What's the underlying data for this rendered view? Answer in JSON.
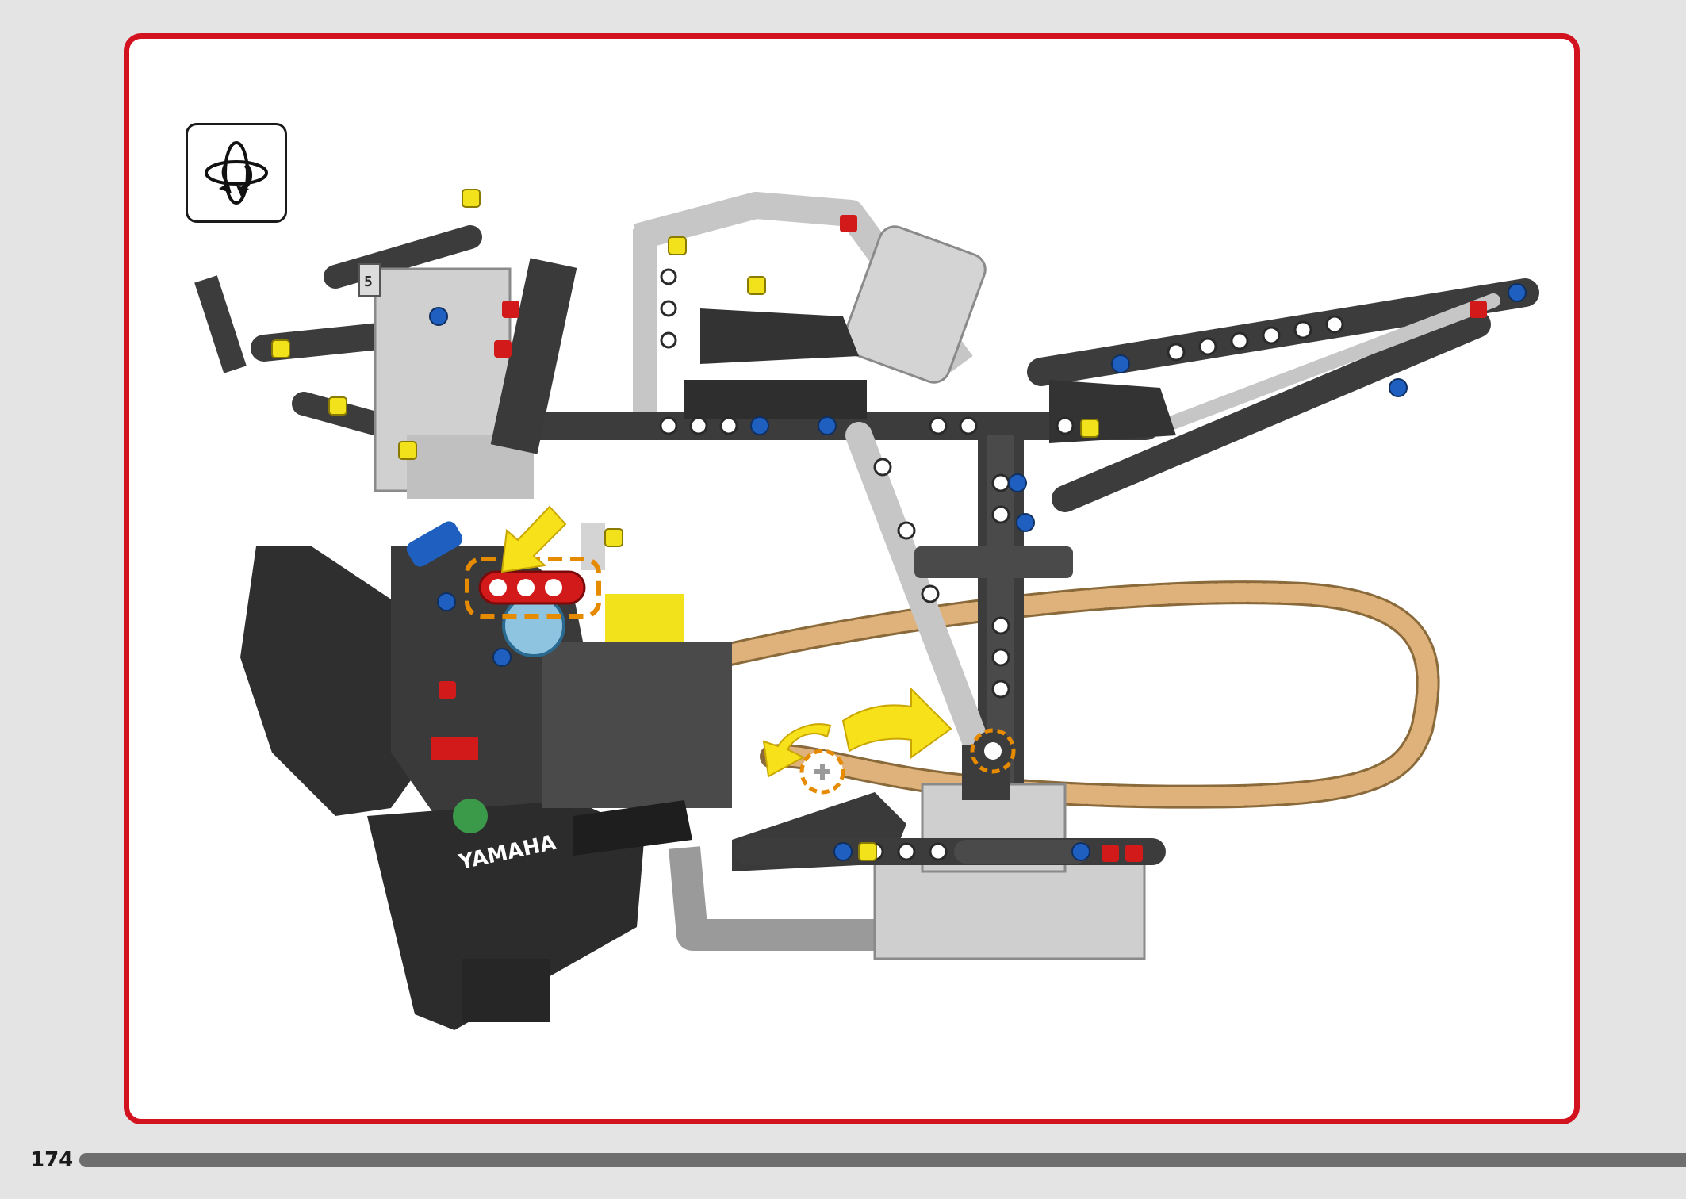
{
  "page": {
    "number": "174"
  },
  "instruction": {
    "icon": "rotate-model-icon",
    "callouts": [
      "highlight-red-beam",
      "highlight-axle-joint",
      "highlight-pin-hole"
    ]
  },
  "model": {
    "brand_text": "YAMAHA",
    "part_label": "5"
  },
  "colors": {
    "frame_red": "#d3121f",
    "highlight_orange": "#e68a00",
    "arrow_yellow": "#f7e11a",
    "beam_dark": "#3c3c3c",
    "beam_light": "#c6c6c6",
    "chain_tan": "#e0b27b",
    "pin_blue": "#1e5fbf",
    "axle_red": "#d31a1a",
    "axle_yellow": "#f2e21c",
    "footer_bar": "#6e6e6e"
  }
}
